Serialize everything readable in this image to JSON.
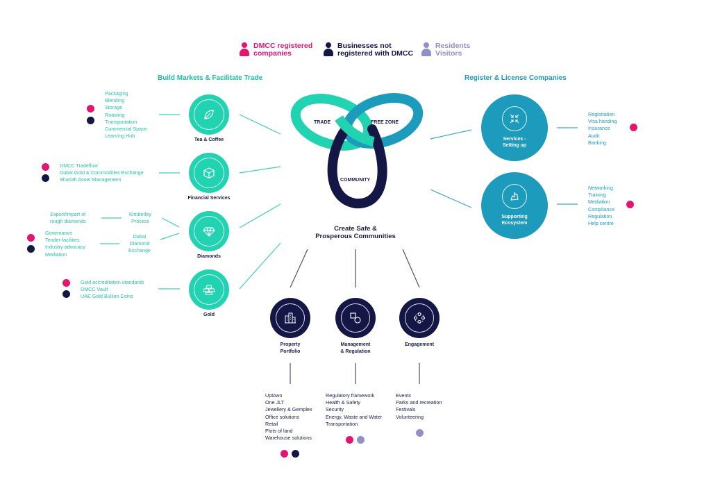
{
  "colors": {
    "pink": "#e2166f",
    "navy": "#141646",
    "lavender": "#8f90c7",
    "teal": "#21d3b0",
    "blue": "#1d9bbd"
  },
  "legend": [
    {
      "line1": "DMCC registered",
      "line2": "companies",
      "color": "#e2166f"
    },
    {
      "line1": "Businesses not",
      "line2": "registered with DMCC",
      "color": "#141646"
    },
    {
      "line1": "Residents",
      "line2": "Visitors",
      "color": "#8f90c7"
    }
  ],
  "sections": {
    "left_title": "Build Markets & Facilitate Trade",
    "right_title": "Register & License Companies"
  },
  "center": {
    "trade": "TRADE",
    "free_zone": "FREE ZONE",
    "community": "COMMUNITY",
    "subtitle_line1": "Create Safe &",
    "subtitle_line2": "Prosperous Communities"
  },
  "left_nodes": [
    {
      "label": "Tea & Coffee",
      "items": [
        "Packaging",
        "Blending",
        "Storage",
        "Roasting",
        "Transportation",
        "Commercial Space",
        "Learning Hub"
      ]
    },
    {
      "label": "Financial Services",
      "items": [
        "DMCC Tradeflow",
        "Dubai Gold & Commodities Exchange",
        "Shariah Asset Management"
      ]
    },
    {
      "label": "Diamonds",
      "kimberley": [
        "Kimberley",
        "Process"
      ],
      "kimberley_items": [
        "Export/import of",
        "rough diamonds"
      ],
      "dde": [
        "Dubai",
        "Diamond",
        "Exchange"
      ],
      "dde_items": [
        "Governance",
        "Tender facilities",
        "Industry advocacy",
        "Mediation"
      ]
    },
    {
      "label": "Gold",
      "items": [
        "Gold accreditation standards",
        "DMCC Vault",
        "UAE Gold Bullion Coins"
      ]
    }
  ],
  "right_nodes": [
    {
      "label1": "Services -",
      "label2": "Setting up",
      "items": [
        "Registration",
        "Visa handing",
        "Insurance",
        "Audit",
        "Banking"
      ]
    },
    {
      "label1": "Supporting",
      "label2": "Ecosystem",
      "items": [
        "Networking",
        "Training",
        "Mediation",
        "Compliance",
        "Regulation",
        "Help centre"
      ]
    }
  ],
  "bottom_nodes": [
    {
      "label1": "Property",
      "label2": "Portfolio",
      "items": [
        "Uptown",
        "One JLT",
        "Jewellery & Gemplex",
        "Office solutions",
        "Retail",
        "Plots of land",
        "Warehouse solutions"
      ]
    },
    {
      "label1": "Management",
      "label2": "& Regulation",
      "items": [
        "Regulatory framework",
        "Health & Safety",
        "Security",
        "Energy, Waste and Water",
        "Transportation"
      ]
    },
    {
      "label1": "Engagement",
      "label2": "",
      "items": [
        "Events",
        "Parks and recreation",
        "Festivals",
        "Volunteering"
      ]
    }
  ]
}
